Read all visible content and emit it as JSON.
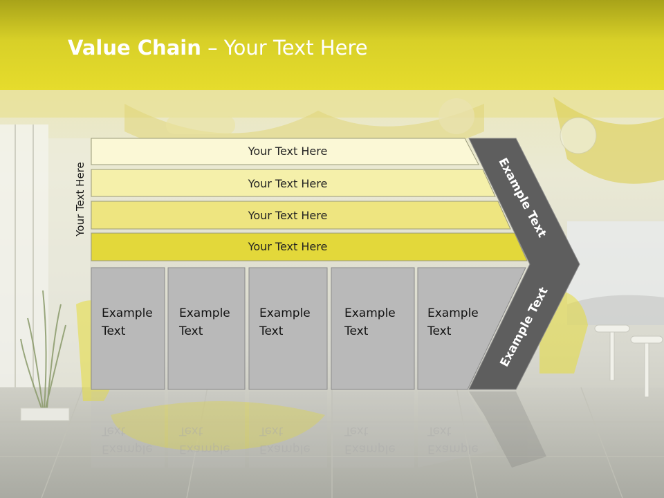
{
  "slide": {
    "title_bold": "Value Chain",
    "title_rest": " – Your Text Here",
    "side_label": "Your Text Here"
  },
  "rows": [
    {
      "label": "Your Text Here",
      "fill": "#fbf8d6"
    },
    {
      "label": "Your Text Here",
      "fill": "#f5f0aa"
    },
    {
      "label": "Your Text Here",
      "fill": "#eee580"
    },
    {
      "label": "Your Text Here",
      "fill": "#e3d83a"
    }
  ],
  "cells": [
    {
      "line1": "Example",
      "line2": "Text"
    },
    {
      "line1": "Example",
      "line2": "Text"
    },
    {
      "line1": "Example",
      "line2": "Text"
    },
    {
      "line1": "Example",
      "line2": "Text"
    },
    {
      "line1": "Example",
      "line2": "Text"
    }
  ],
  "chevron": {
    "upper_label": "Example Text",
    "lower_label": "Example Text"
  },
  "colors": {
    "accent": "#e3d83a",
    "chevron": "#5e5e5e",
    "cell": "#b9b9b9"
  }
}
